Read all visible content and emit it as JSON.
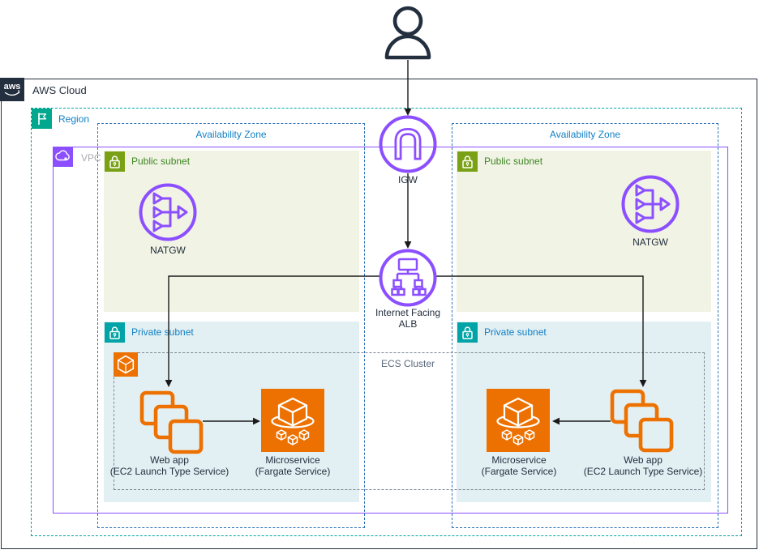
{
  "colors": {
    "aws_dark": "#232F3E",
    "vpc_purple": "#8C4FFF",
    "service_orange": "#ED7100",
    "region_teal": "#01A88D",
    "region_border_teal": "#00A4A6",
    "public_subnet_green": "#7AA116",
    "private_subnet_teal": "#00A4A6",
    "az_border_blue": "#2E73B8",
    "label_blue": "#1180C4",
    "label_green": "#3F8624",
    "public_subnet_bg": "#F1F3E4",
    "private_subnet_bg": "#E3F0F3"
  },
  "aws_cloud": {
    "logo_text": "aws",
    "label": "AWS Cloud"
  },
  "region": {
    "label": "Region"
  },
  "vpc": {
    "label": "VPC"
  },
  "az_left": {
    "label": "Availability Zone"
  },
  "az_right": {
    "label": "Availability Zone"
  },
  "subnets": {
    "public_left": "Public subnet",
    "public_right": "Public subnet",
    "private_left": "Private subnet",
    "private_right": "Private subnet"
  },
  "ecs_cluster": {
    "label": "ECS Cluster"
  },
  "nodes": {
    "igw": {
      "label": "IGW"
    },
    "alb": {
      "line1": "Internet Facing",
      "line2": "ALB"
    },
    "natgw_left": {
      "label": "NATGW"
    },
    "natgw_right": {
      "label": "NATGW"
    },
    "webapp_left": {
      "line1": "Web app",
      "line2": "(EC2 Launch Type Service)"
    },
    "webapp_right": {
      "line1": "Web app",
      "line2": "(EC2 Launch Type Service)"
    },
    "microservice_left": {
      "line1": "Microservice",
      "line2": "(Fargate Service)"
    },
    "microservice_right": {
      "line1": "Microservice",
      "line2": "(Fargate Service)"
    }
  }
}
